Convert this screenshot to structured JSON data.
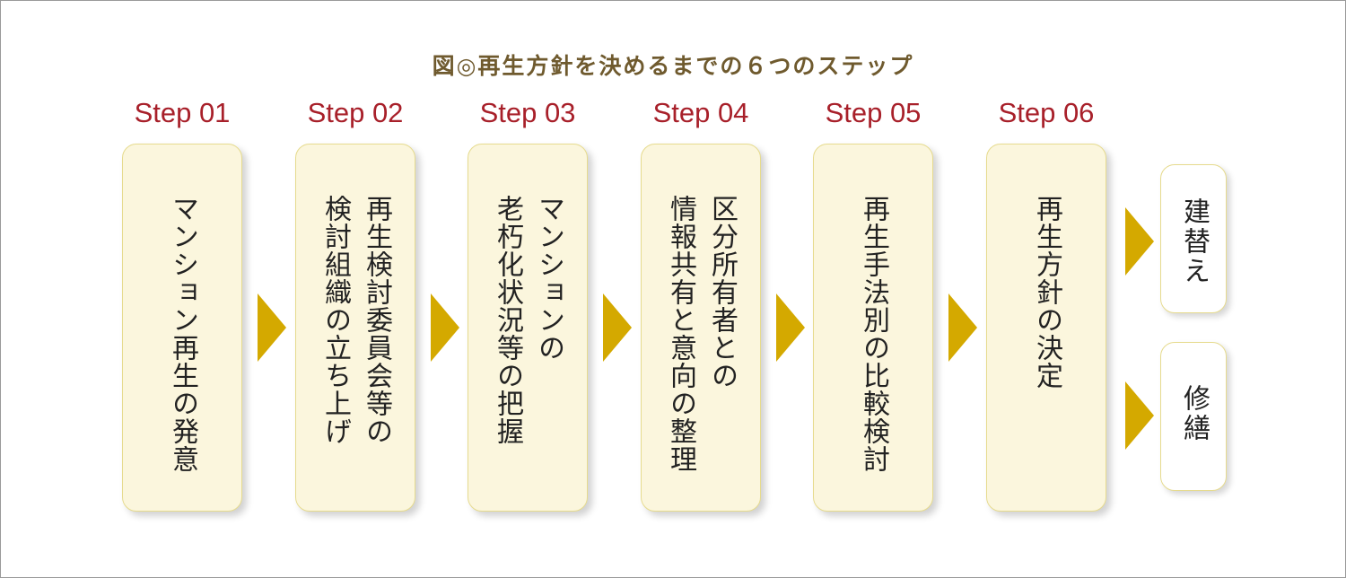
{
  "title": "図◎再生方針を決めるまでの６つのステップ",
  "steps": [
    {
      "label": "Step 01",
      "text": "マンション再生の発意"
    },
    {
      "label": "Step 02",
      "text": "再生検討委員会等の\n検討組織の立ち上げ"
    },
    {
      "label": "Step 03",
      "text": "マンションの\n老朽化状況等の把握"
    },
    {
      "label": "Step 04",
      "text": "区分所有者との\n情報共有と意向の整理"
    },
    {
      "label": "Step 05",
      "text": "再生手法別の比較検討"
    },
    {
      "label": "Step 06",
      "text": "再生方針の決定"
    }
  ],
  "outcomes": [
    {
      "text": "建替え"
    },
    {
      "text": "修繕"
    }
  ],
  "colors": {
    "title": "#6f5a2e",
    "step_label": "#a8202a",
    "box_fill": "#fbf6dd",
    "box_border": "#e6db8e",
    "arrow": "#d4a900"
  }
}
